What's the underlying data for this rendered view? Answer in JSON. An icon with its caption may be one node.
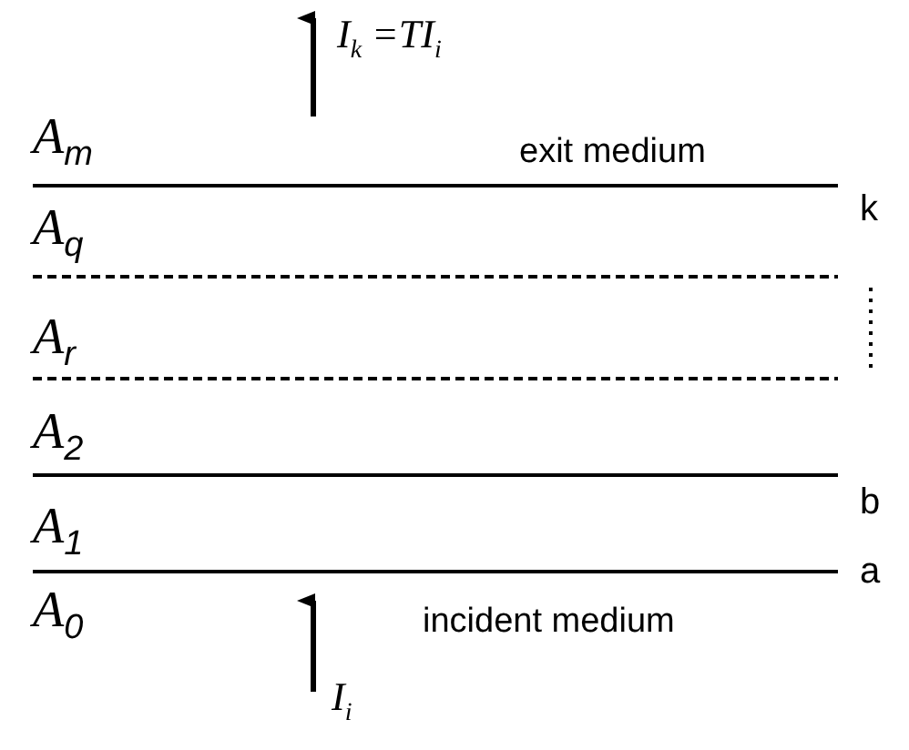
{
  "diagram": {
    "labels": [
      "I$_{k}$ =TI$_{i}$",
      "A$_{m}$",
      "exit medium",
      "k",
      "A$_{q}$",
      "A$_{r}$",
      "A$_{2}$",
      "b",
      "A$_{1}$",
      "a",
      "A$_{0}$",
      "incident medium",
      "I$_{i}$"
    ]
  }
}
